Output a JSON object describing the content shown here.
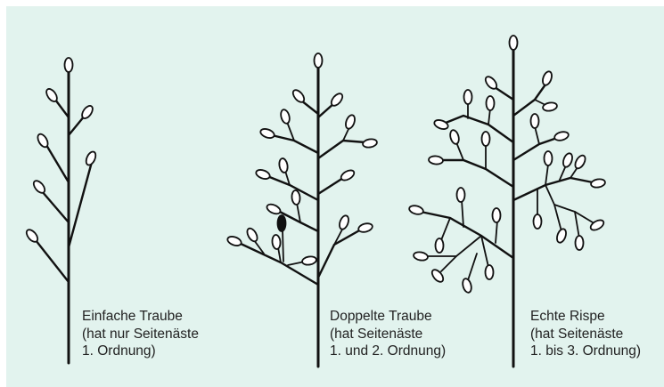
{
  "colors": {
    "background": "#e2f3ee",
    "ink": "#111111",
    "spikelet_fill": "#ffffff",
    "text": "#222222"
  },
  "captions": [
    {
      "id": "einfache-traube",
      "lines": [
        "Einfache Traube",
        "(hat nur Seitenäste",
        "1. Ordnung)"
      ]
    },
    {
      "id": "doppelte-traube",
      "lines": [
        "Doppelte Traube",
        "(hat Seitenäste",
        "1. und 2. Ordnung)"
      ]
    },
    {
      "id": "echte-rispe",
      "lines": [
        "Echte Rispe",
        "(hat Seitenäste",
        "1. bis 3. Ordnung)"
      ]
    }
  ]
}
